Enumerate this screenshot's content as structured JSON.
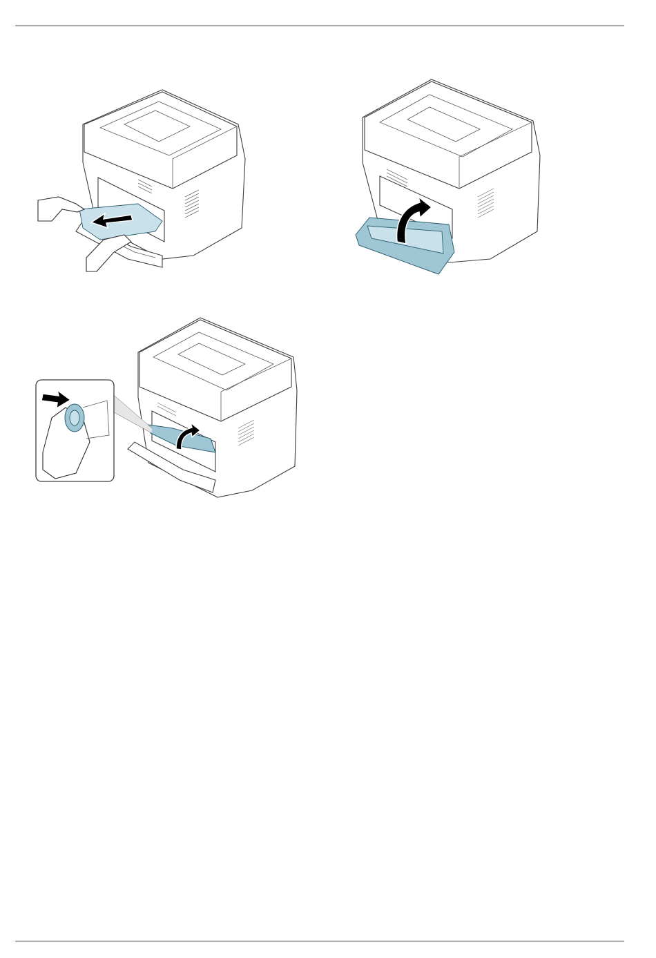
{
  "document": {
    "figures": [
      {
        "id": "fig1",
        "icon": "printer-rear-remove-paper-illustration"
      },
      {
        "id": "fig2",
        "icon": "printer-rear-close-cover-illustration"
      },
      {
        "id": "fig3",
        "icon": "printer-fuser-lever-illustration"
      }
    ]
  }
}
